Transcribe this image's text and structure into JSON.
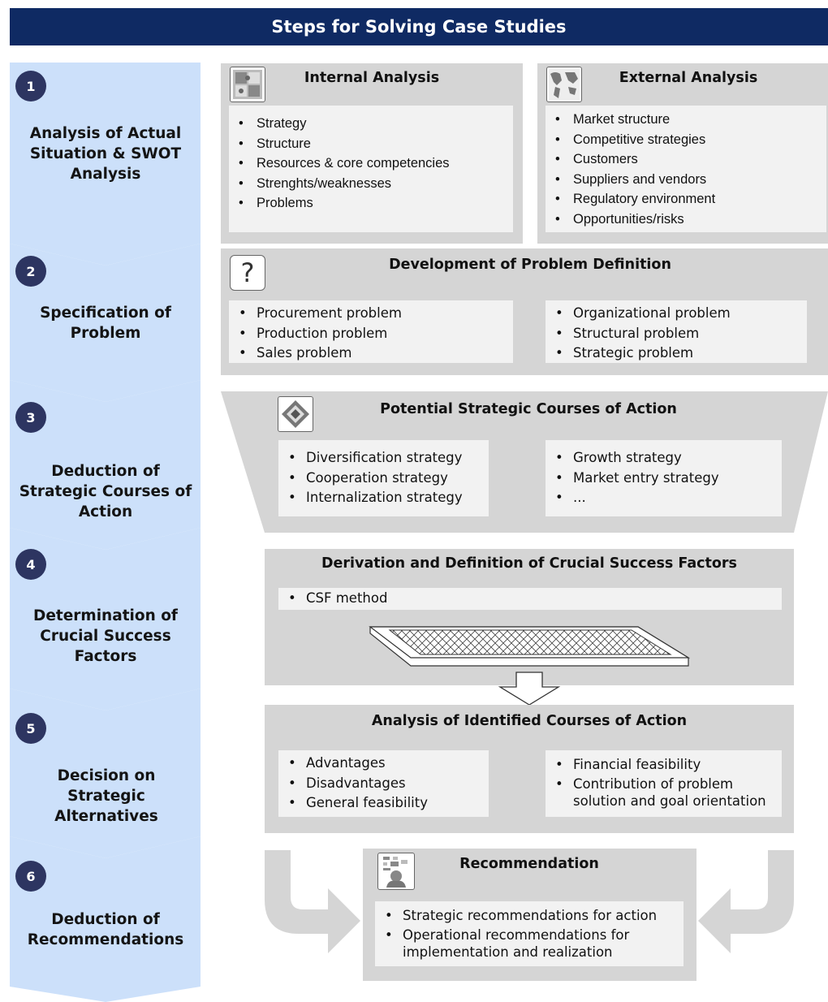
{
  "title": "Steps for Solving Case Studies",
  "steps": [
    {
      "number": "1",
      "label": "Analysis of Actual Situation & SWOT Analysis"
    },
    {
      "number": "2",
      "label": "Specification of Problem"
    },
    {
      "number": "3",
      "label": "Deduction of Strategic Courses of Action"
    },
    {
      "number": "4",
      "label": "Determination of Crucial Success Factors"
    },
    {
      "number": "5",
      "label": "Decision on Strategic Alternatives"
    },
    {
      "number": "6",
      "label": "Deduction of Recommendations"
    }
  ],
  "step1": {
    "internal": {
      "title": "Internal Analysis",
      "items": [
        "Strategy",
        "Structure",
        "Resources & core competencies",
        "Strenghts/weaknesses",
        "Problems"
      ]
    },
    "external": {
      "title": "External Analysis",
      "items": [
        "Market structure",
        "Competitive strategies",
        "Customers",
        "Suppliers and vendors",
        "Regulatory environment",
        "Opportunities/risks"
      ]
    }
  },
  "step2": {
    "title": "Development of Problem Definition",
    "icon_glyph": "?",
    "left": [
      "Procurement problem",
      "Production problem",
      "Sales problem"
    ],
    "right": [
      "Organizational problem",
      "Structural problem",
      "Strategic problem"
    ]
  },
  "step3": {
    "title": "Potential Strategic Courses of Action",
    "left": [
      "Diversification strategy",
      "Cooperation strategy",
      "Internalization strategy"
    ],
    "right": [
      "Growth strategy",
      "Market entry strategy",
      "..."
    ]
  },
  "step4": {
    "title": "Derivation and Definition of Crucial Success Factors",
    "items": [
      "CSF method"
    ]
  },
  "step5": {
    "title": "Analysis of Identified Courses of Action",
    "left": [
      "Advantages",
      "Disadvantages",
      "General feasibility"
    ],
    "right": [
      "Financial feasibility",
      "Contribution of problem solution and goal orientation"
    ]
  },
  "step6": {
    "title": "Recommendation",
    "items": [
      "Strategic recommendations for action",
      "Operational recommendations for implementation and realization"
    ]
  },
  "colors": {
    "header": "#0f2a63",
    "chevron": "#cce0fa",
    "badge": "#2d3561",
    "panel": "#d5d5d5",
    "box": "#f2f2f2"
  },
  "icons": [
    "puzzle-icon",
    "globe-icon",
    "question-icon",
    "maze-icon",
    "person-chart-icon",
    "mesh-tray-icon",
    "down-arrow-icon",
    "curved-arrow-icon"
  ]
}
